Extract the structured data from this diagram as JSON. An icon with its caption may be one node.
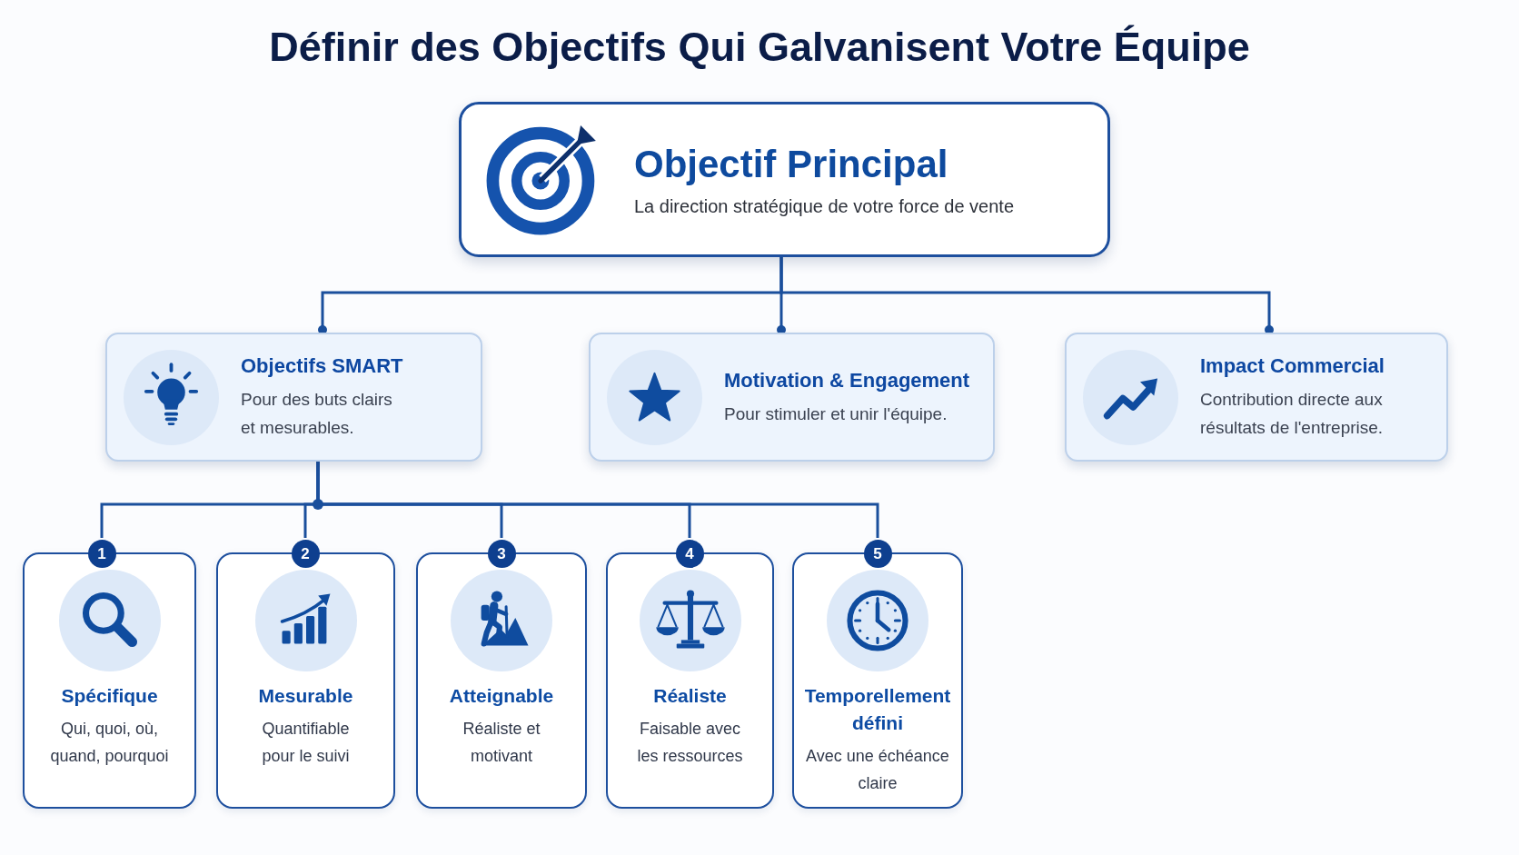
{
  "diagram": {
    "title": "Définir des Objectifs Qui Galvanisent Votre Équipe",
    "nodes": [
      {
        "text": [
          "Objectif Principal",
          "La direction stratégique de votre force de vente"
        ]
      },
      {
        "text": [
          "Objectifs SMART",
          "Pour des buts clairs et mesurables."
        ]
      },
      {
        "text": [
          "Motivation & Engagement",
          "Pour stimuler et unir l'équipe."
        ]
      },
      {
        "text": [
          "Impact Commercial",
          "Contribution directe aux résultats de l'entreprise."
        ]
      },
      {
        "text": [
          "1",
          "Spécifique",
          "Qui, quoi, où, quand, pourquoi"
        ]
      },
      {
        "text": [
          "2",
          "Mesurable",
          "Quantifiable pour le suivi"
        ]
      },
      {
        "text": [
          "3",
          "Atteignable",
          "Réaliste et motivant"
        ]
      },
      {
        "text": [
          "4",
          "Réaliste",
          "Faisable avec les ressources"
        ]
      },
      {
        "text": [
          "5",
          "Temporellement défini",
          "Avec une échéance claire"
        ]
      }
    ],
    "edges": [
      {
        "from": 0,
        "to": 1,
        "arrow": "other"
      },
      {
        "from": 0,
        "to": 2,
        "arrow": "other"
      },
      {
        "from": 0,
        "to": 3,
        "arrow": "other"
      },
      {
        "from": 1,
        "to": 4,
        "arrow": "none"
      },
      {
        "from": 1,
        "to": 5,
        "arrow": "none"
      },
      {
        "from": 1,
        "to": 6,
        "arrow": "none"
      },
      {
        "from": 1,
        "to": 7,
        "arrow": "none"
      },
      {
        "from": 1,
        "to": 8,
        "arrow": "none"
      }
    ]
  }
}
